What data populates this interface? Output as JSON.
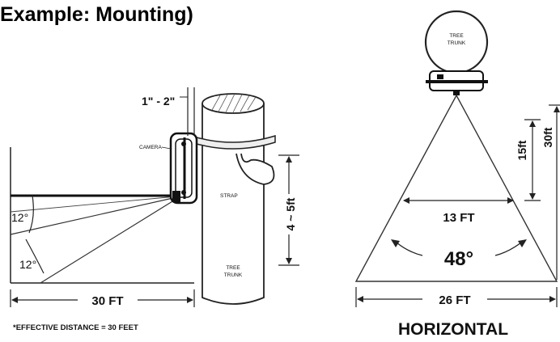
{
  "title": "Example: Mounting)",
  "side_view": {
    "gap_label": "1\" - 2\"",
    "camera_label": "CAMERA",
    "strap_label": "STRAP",
    "trunk_label_line1": "TREE",
    "trunk_label_line2": "TRUNK",
    "height_label": "4 ~ 5ft",
    "angle_upper": "12°",
    "angle_lower": "12°",
    "distance_label": "30 FT",
    "footnote": "*EFFECTIVE DISTANCE = 30 FEET"
  },
  "top_view": {
    "trunk_label_line1": "TREE",
    "trunk_label_line2": "TRUNK",
    "mid_distance": "15ft",
    "full_distance": "30ft",
    "mid_width": "13 FT",
    "angle": "48°",
    "full_width": "26 FT",
    "caption": "HORIZONTAL"
  }
}
